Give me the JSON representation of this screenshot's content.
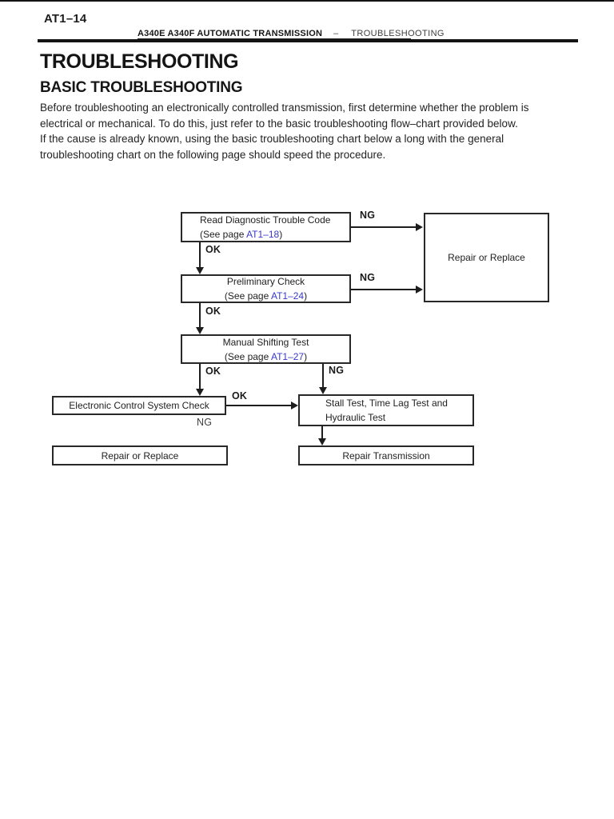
{
  "header": {
    "page_code": "AT1–14",
    "manual_title": "A340E A340F AUTOMATIC TRANSMISSION",
    "separator": "–",
    "section": "TROUBLESHOOTING"
  },
  "content": {
    "title": "TROUBLESHOOTING",
    "subtitle": "BASIC TROUBLESHOOTING",
    "intro_lines": {
      "l1": "Before troubleshooting an electronically controlled transmission, first determine whether the problem is",
      "l2": "electrical or mechanical. To do this, just refer to the basic troubleshooting flow–chart provided below.",
      "l3": "If the cause is already known, using the basic troubleshooting chart below a long with the general",
      "l4": "troubleshooting chart on the following page should speed the procedure."
    }
  },
  "colors": {
    "link_blue": "#3838cf",
    "ink": "#1d1d1d"
  },
  "flowchart": {
    "labels": {
      "ok": "OK",
      "ng": "NG"
    },
    "see_page_prefix": "(See page ",
    "close_paren": ")",
    "nodes": {
      "read_dtc": {
        "title": "Read Diagnostic Trouble Code",
        "page_link": "AT1–18"
      },
      "preliminary": {
        "title": "Preliminary Check",
        "page_link": "AT1–24"
      },
      "manual_shift": {
        "title": "Manual Shifting Test",
        "page_link": "AT1–27"
      },
      "repair_or_replace_main": {
        "title": "Repair or Replace"
      },
      "ecs_check": {
        "title": "Electronic Control System Check"
      },
      "stall": {
        "line1": "Stall Test, Time Lag Test and",
        "line2": "Hydraulic Test"
      },
      "repair_or_replace_bottom": {
        "title": "Repair or Replace"
      },
      "repair_transmission": {
        "title": "Repair Transmission"
      }
    }
  }
}
